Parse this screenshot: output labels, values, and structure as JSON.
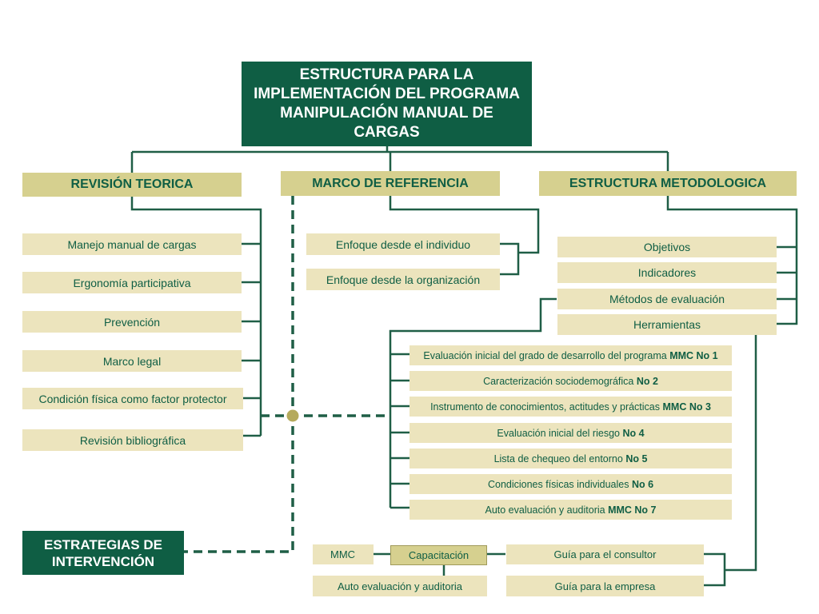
{
  "title": "ESTRUCTURA PARA LA IMPLEMENTACIÓN DEL PROGRAMA  MANIPULACIÓN MANUAL DE CARGAS",
  "columns": {
    "revision": {
      "label": "REVISIÓN TEORICA",
      "items": [
        "Manejo manual de cargas",
        "Ergonomía participativa",
        "Prevención",
        "Marco legal",
        "Condición física como factor protector",
        "Revisión bibliográfica"
      ]
    },
    "marco": {
      "label": "MARCO DE REFERENCIA",
      "items": [
        "Enfoque desde el individuo",
        "Enfoque desde la organización"
      ]
    },
    "estructura": {
      "label": "ESTRUCTURA METODOLOGICA",
      "items": [
        "Objetivos",
        "Indicadores",
        "Métodos de evaluación",
        "Herramientas"
      ]
    }
  },
  "tools": [
    {
      "text": "Evaluación inicial del grado de desarrollo del programa ",
      "code": "MMC No 1"
    },
    {
      "text": "Caracterización sociodemográfica ",
      "code": "No 2"
    },
    {
      "text": "Instrumento de conocimientos, actitudes y prácticas ",
      "code": "MMC No 3"
    },
    {
      "text": "Evaluación inicial del riesgo ",
      "code": "No 4"
    },
    {
      "text": "Lista de chequeo del entorno ",
      "code": "No 5"
    },
    {
      "text": "Condiciones físicas individuales ",
      "code": "No 6"
    },
    {
      "text": "Auto evaluación y auditoria ",
      "code": "MMC No 7"
    }
  ],
  "estrategias": "ESTRATEGIAS DE INTERVENCIÓN",
  "bottom": {
    "mmc": "MMC",
    "capacitacion": "Capacitación",
    "auto": "Auto evaluación y auditoria",
    "guia_consultor": "Guía para el consultor",
    "guia_empresa": "Guía para la empresa"
  },
  "colors": {
    "dark_green": "#0f5e44",
    "khaki": "#d6d08f",
    "light": "#ece4bd",
    "line": "#0f5e44"
  }
}
